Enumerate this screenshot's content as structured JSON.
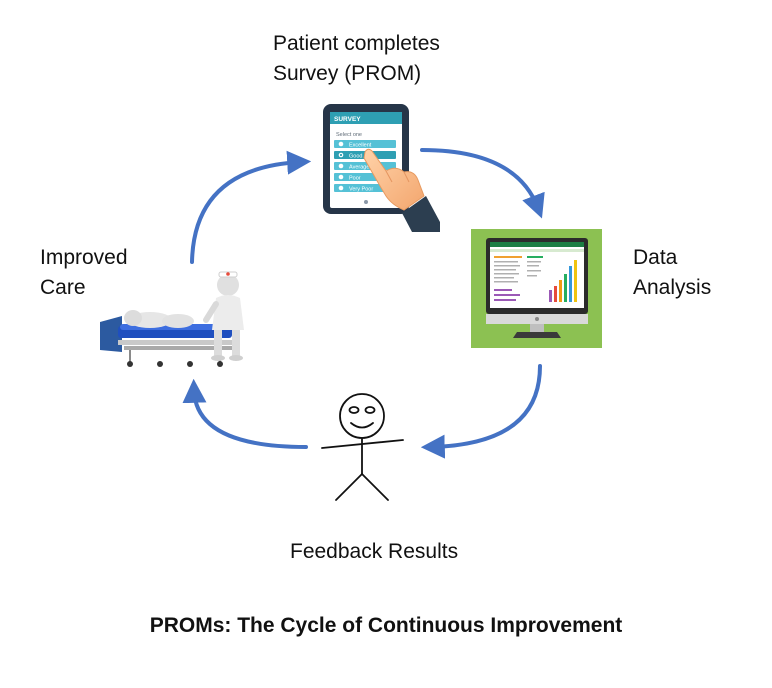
{
  "steps": {
    "survey": {
      "line1": "Patient completes",
      "line2": "Survey (PROM)"
    },
    "analysis": {
      "line1": "Data",
      "line2": "Analysis"
    },
    "feedback": {
      "line1": "Feedback Results"
    },
    "care": {
      "line1": "Improved",
      "line2": "Care"
    }
  },
  "tablet": {
    "header": "SURVEY",
    "prompt": "Select one",
    "options": [
      "Excellent",
      "Good",
      "Average",
      "Poor",
      "Very Poor"
    ]
  },
  "title": "PROMs: The Cycle of Continuous Improvement",
  "colors": {
    "arrow": "#4472c4",
    "monitor_bg": "#8cc152",
    "tablet_accent": "#2e9fb3"
  },
  "icons": [
    "tablet-survey-icon",
    "hand-pointer-icon",
    "monitor-spreadsheet-icon",
    "stick-figure-icon",
    "hospital-bed-icon",
    "nurse-figure-icon"
  ]
}
